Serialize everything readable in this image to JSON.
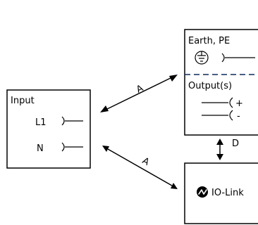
{
  "input": {
    "title": "Input",
    "terminals": [
      "L1",
      "N"
    ]
  },
  "earth": {
    "title": "Earth, PE",
    "symbol": "protective-earth-icon"
  },
  "outputs": {
    "title": "Output(s)",
    "signs": [
      "+",
      "-"
    ]
  },
  "iolink": {
    "label": "IO-Link",
    "symbol": "io-link-logo-icon"
  },
  "connections": [
    {
      "from": "input",
      "to": "earth-output",
      "label": "A"
    },
    {
      "from": "input",
      "to": "io-link",
      "label": "A"
    },
    {
      "from": "earth-output",
      "to": "io-link",
      "label": "D"
    }
  ]
}
